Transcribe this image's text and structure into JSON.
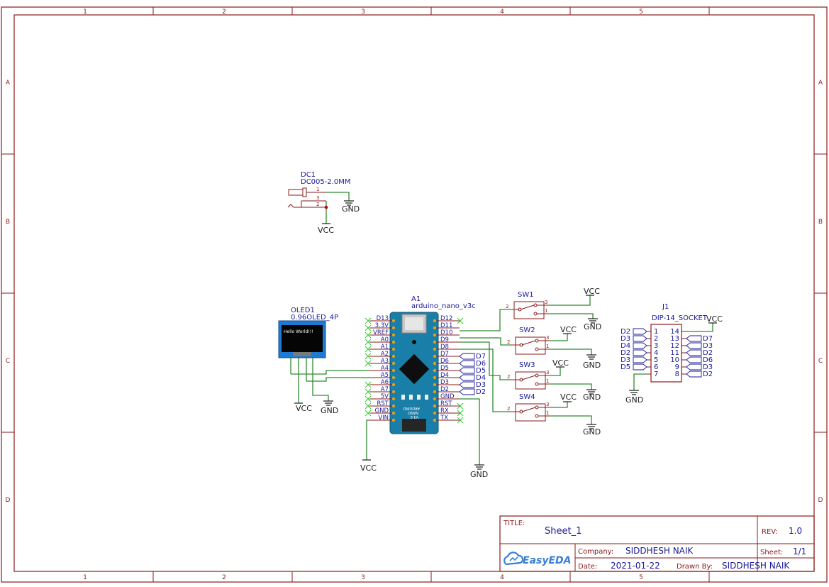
{
  "frame": {
    "columns": [
      "1",
      "2",
      "3",
      "4",
      "5"
    ],
    "rows": [
      "A",
      "B",
      "C",
      "D"
    ]
  },
  "title_block": {
    "title_label": "TITLE:",
    "title_value": "Sheet_1",
    "rev_label": "REV:",
    "rev_value": "1.0",
    "company_label": "Company:",
    "company_value": "SIDDHESH NAIK",
    "sheet_label": "Sheet:",
    "sheet_value": "1/1",
    "date_label": "Date:",
    "date_value": "2021-01-22",
    "drawn_label": "Drawn By:",
    "drawn_value": "SIDDHESH NAIK",
    "logo": "EasyEDA"
  },
  "power": {
    "vcc": "VCC",
    "gnd": "GND"
  },
  "dc1": {
    "ref": "DC1",
    "value": "DC005-2.0MM",
    "pins": [
      "1",
      "3",
      "2"
    ]
  },
  "oled1": {
    "ref": "OLED1",
    "value": "0.96OLED_4P",
    "screen_text": "Hello World!!!"
  },
  "a1": {
    "ref": "A1",
    "value": "arduino_nano_v3c",
    "left_pins": [
      "D13",
      "3.3V",
      "VREF",
      "A0",
      "A1",
      "A2",
      "A3",
      "A4",
      "A5",
      "A6",
      "A7",
      "5V",
      "RST",
      "GND",
      "VIN"
    ],
    "right_pins": [
      "D12",
      "D11",
      "D10",
      "D9",
      "D8",
      "D7",
      "D6",
      "D5",
      "D4",
      "D3",
      "D2",
      "GND",
      "RST",
      "RX",
      "TX"
    ],
    "net_labels": [
      "D7",
      "D6",
      "D5",
      "D4",
      "D3",
      "D2"
    ],
    "board_text": [
      "ARDUINO",
      "NANO",
      "V3.0"
    ]
  },
  "switches": [
    {
      "ref": "SW1",
      "pins": [
        "2",
        "3",
        "1"
      ]
    },
    {
      "ref": "SW2",
      "pins": [
        "2",
        "3",
        "1"
      ]
    },
    {
      "ref": "SW3",
      "pins": [
        "2",
        "3",
        "1"
      ]
    },
    {
      "ref": "SW4",
      "pins": [
        "2",
        "3",
        "1"
      ]
    }
  ],
  "j1": {
    "ref": "J1",
    "value": "DIP-14_SOCKET",
    "left_nums": [
      "1",
      "2",
      "3",
      "4",
      "5",
      "6",
      "7"
    ],
    "right_nums": [
      "14",
      "13",
      "12",
      "11",
      "10",
      "9",
      "8"
    ],
    "left_labels": [
      "D2",
      "D3",
      "D4",
      "D2",
      "D3",
      "D5"
    ],
    "right_labels": [
      "D7",
      "D3",
      "D2",
      "D6",
      "D3",
      "D2"
    ]
  }
}
